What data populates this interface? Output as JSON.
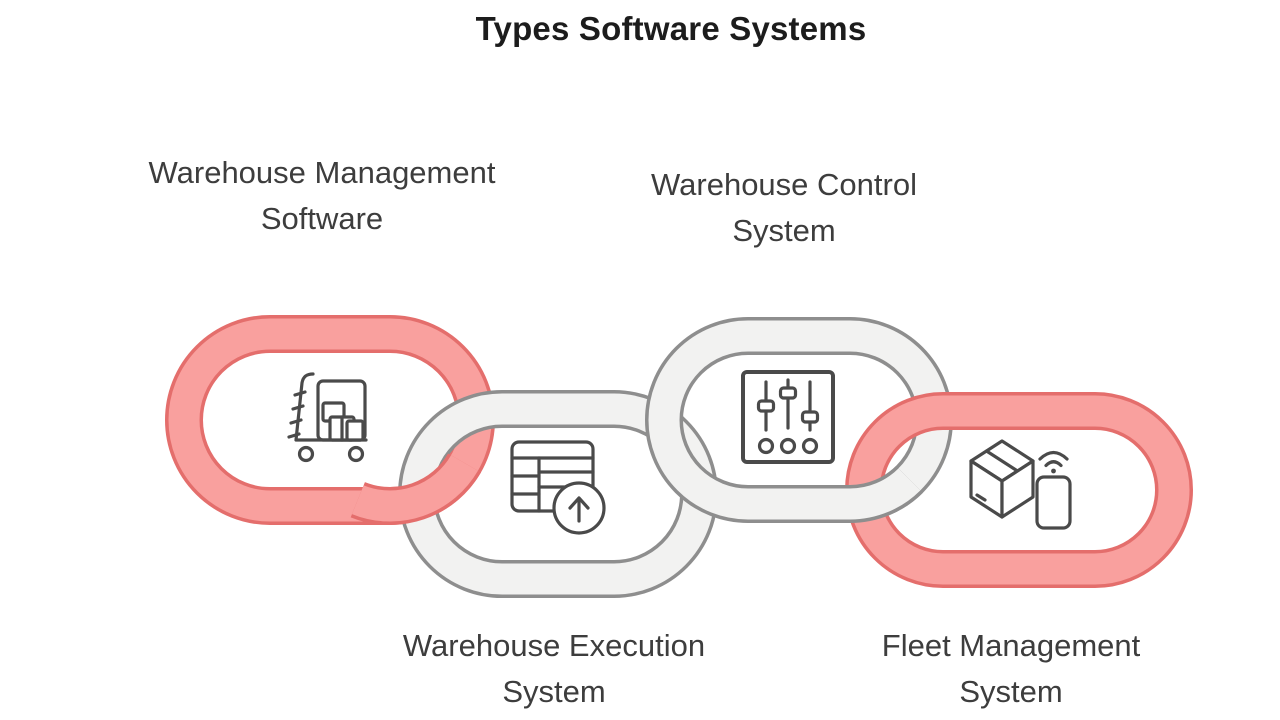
{
  "title": "Types Software Systems",
  "colors": {
    "background": "#ffffff",
    "title_text": "#1c1c1c",
    "label_text": "#3d3d3d",
    "red_fill": "#F9A09E",
    "red_edge": "#E46E6C",
    "gray_fill": "#F2F2F1",
    "gray_edge": "#8E8E8E",
    "icon_stroke": "#4A4A4A"
  },
  "nodes": [
    {
      "label": "Warehouse Management\nSoftware",
      "color": "red",
      "icon": "warehouse-cart-icon",
      "label_position": "above"
    },
    {
      "label": "Warehouse Execution\nSystem",
      "color": "gray",
      "icon": "table-upload-icon",
      "label_position": "below"
    },
    {
      "label": "Warehouse Control\nSystem",
      "color": "gray",
      "icon": "control-sliders-icon",
      "label_position": "above"
    },
    {
      "label": "Fleet Management\nSystem",
      "color": "red",
      "icon": "package-mobile-icon",
      "label_position": "below"
    }
  ]
}
